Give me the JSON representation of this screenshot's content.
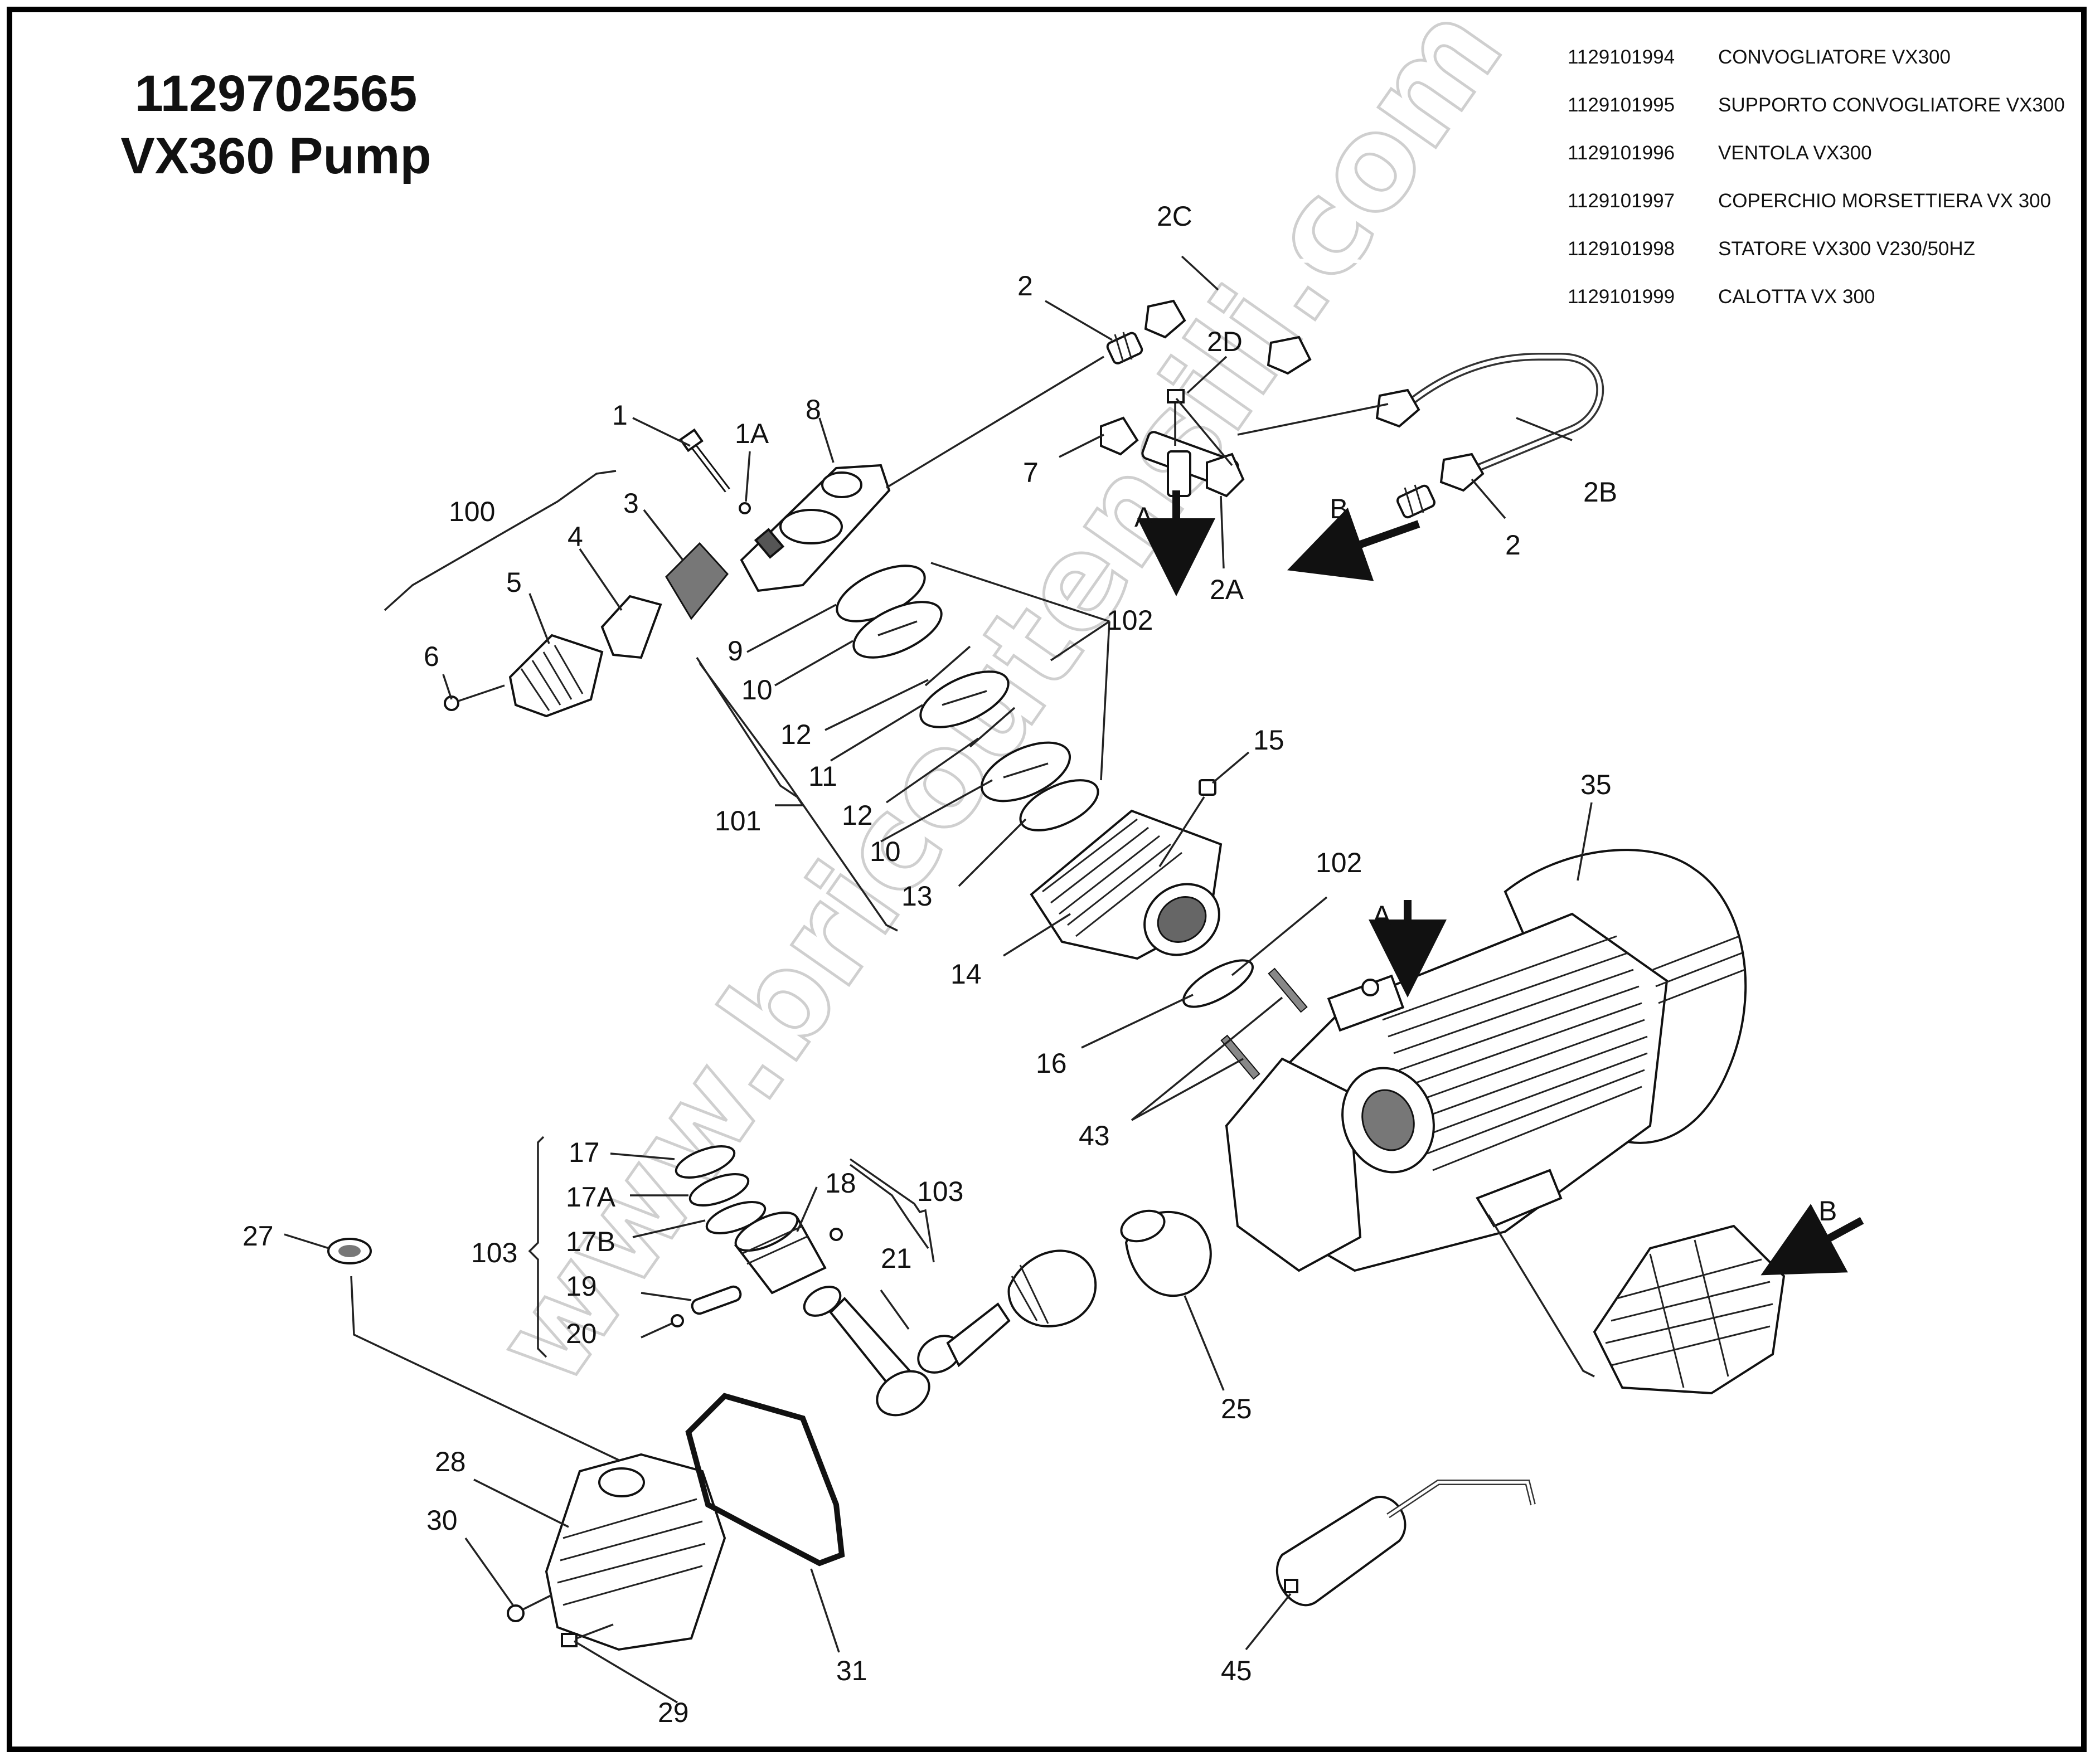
{
  "title": {
    "line1": "1129702565",
    "line2": "VX360 Pump"
  },
  "parts_table": [
    {
      "code": "1129101994",
      "description": "CONVOGLIATORE VX300"
    },
    {
      "code": "1129101995",
      "description": "SUPPORTO CONVOGLIATORE VX300"
    },
    {
      "code": "1129101996",
      "description": "VENTOLA VX300"
    },
    {
      "code": "1129101997",
      "description": "COPERCHIO MORSETTIERA VX 300"
    },
    {
      "code": "1129101998",
      "description": "STATORE VX300 V230/50HZ"
    },
    {
      "code": "1129101999",
      "description": "CALOTTA VX 300"
    }
  ],
  "callouts": {
    "c1": "1",
    "c1A": "1A",
    "c8": "8",
    "c2a": "2",
    "c2C": "2C",
    "c2D": "2D",
    "c7": "7",
    "cA1": "A",
    "c2A": "2A",
    "cB1": "B",
    "c2b": "2",
    "c2B": "2B",
    "c100": "100",
    "c3": "3",
    "c4": "4",
    "c5": "5",
    "c6": "6",
    "c9": "9",
    "c10a": "10",
    "c102a": "102",
    "c12a": "12",
    "c11": "11",
    "c12b": "12",
    "c10b": "10",
    "c101": "101",
    "c15": "15",
    "c13": "13",
    "c14": "14",
    "c35": "35",
    "c102b": "102",
    "cA2": "A",
    "c16": "16",
    "c43": "43",
    "c17": "17",
    "c17A": "17A",
    "c17B": "17B",
    "c18": "18",
    "c103a": "103",
    "c103b": "103",
    "c27": "27",
    "c19": "19",
    "c20": "20",
    "c21": "21",
    "c25": "25",
    "cB2": "B",
    "c28": "28",
    "c30": "30",
    "c31": "31",
    "c29": "29",
    "c45": "45"
  },
  "watermark": "www.bricoutensili.com"
}
